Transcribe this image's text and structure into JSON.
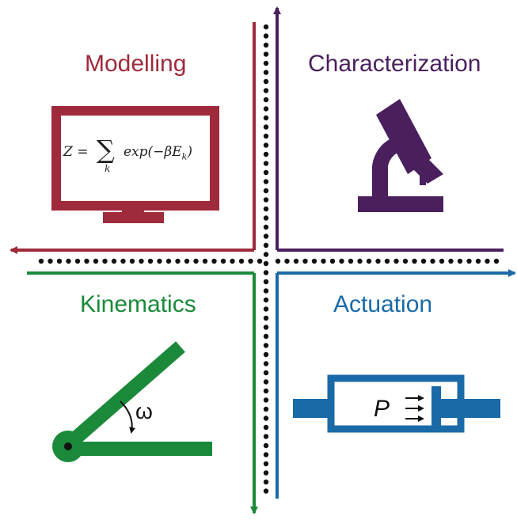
{
  "colors": {
    "modelling": "#9e2a3b",
    "characterization": "#4a1f5e",
    "kinematics": "#1a8a3a",
    "actuation": "#1a6aa8",
    "dots": "#111111"
  },
  "quadrants": {
    "modelling": {
      "title": "Modelling",
      "icon": "monitor-icon"
    },
    "characterization": {
      "title": "Characterization",
      "icon": "microscope-icon"
    },
    "kinematics": {
      "title": "Kinematics",
      "icon": "hinge-icon",
      "angle_symbol": "ω"
    },
    "actuation": {
      "title": "Actuation",
      "icon": "piston-icon",
      "pressure_symbol": "P"
    }
  },
  "formula": {
    "lhs": "Z =",
    "sum": "∑",
    "index": "k",
    "body": "exp(−βE",
    "sub": "k",
    "close": ")"
  }
}
